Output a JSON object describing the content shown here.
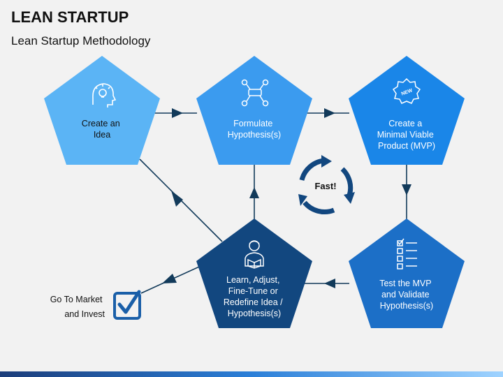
{
  "header": {
    "title": "LEAN STARTUP",
    "subtitle": "Lean Startup Methodology"
  },
  "colors": {
    "light_blue": "#5bb4f5",
    "mid_blue": "#3b9bef",
    "bright_blue": "#1a86e8",
    "dark_navy": "#12477f",
    "strong_blue": "#1c6fc7",
    "line": "#123a5a"
  },
  "steps": [
    {
      "lines": [
        "Create an",
        "Idea"
      ],
      "icon": "head-bulb-icon"
    },
    {
      "lines": [
        "Formulate",
        "Hypothesis(s)"
      ],
      "icon": "mind-map-icon"
    },
    {
      "lines": [
        "Create a",
        "Minimal Viable",
        "Product (MVP)"
      ],
      "icon": "new-badge-icon"
    },
    {
      "lines": [
        "Test the MVP",
        "and Validate",
        "Hypothesis(s)"
      ],
      "icon": "checklist-icon"
    },
    {
      "lines": [
        "Learn, Adjust,",
        "Fine-Tune or",
        "Redefine Idea /",
        "Hypothesis(s)"
      ],
      "icon": "person-reading-icon"
    }
  ],
  "cycle_label": "Fast!",
  "exit": {
    "lines": [
      "Go To Market",
      "and Invest"
    ],
    "icon": "checkbox-icon"
  }
}
